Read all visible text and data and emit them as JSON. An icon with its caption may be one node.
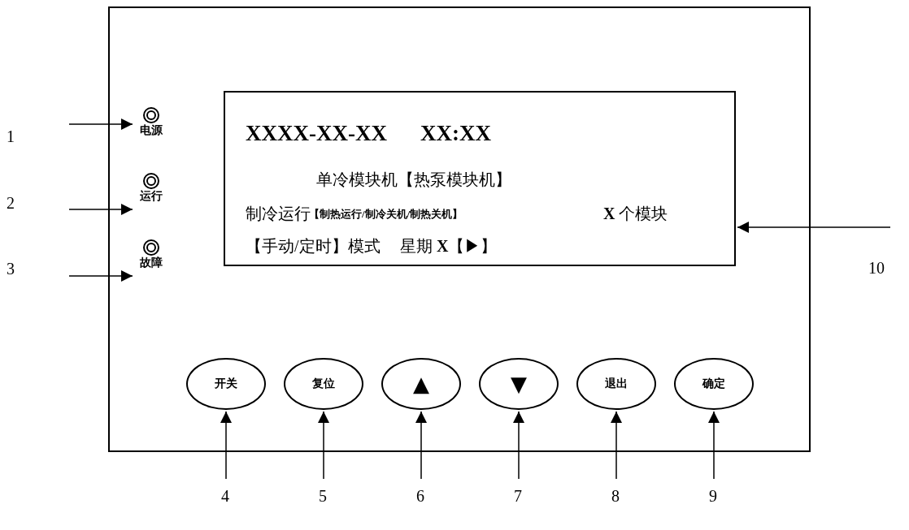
{
  "diagram": {
    "nodes": [
      {
        "text": [],
        "shape": "box"
      },
      {
        "text": [
          "电源"
        ],
        "in": 0
      },
      {
        "text": [
          "运行"
        ],
        "in": 0
      },
      {
        "text": [
          "故障"
        ],
        "in": 0
      },
      {
        "text": [
          "XXXX-XX-XX",
          "XX:XX",
          "单冷模块机【热泵模块机】",
          "制冷运行",
          "【制热运行/制冷关机/制热关机】",
          "**X** 个模块",
          "【手动/定时】模式",
          "星期 **X**【▶】"
        ],
        "in": 0
      },
      {
        "text": [
          "开关"
        ],
        "in": 0
      },
      {
        "text": [
          "复位"
        ],
        "in": 0
      },
      {
        "text": [
          "▲"
        ],
        "in": 0
      },
      {
        "text": [
          "▼"
        ],
        "in": 0
      },
      {
        "text": [
          "退出"
        ],
        "in": 0
      },
      {
        "text": [
          "确定"
        ],
        "in": 0
      },
      {
        "text": [
          "1"
        ]
      },
      {
        "text": [
          "2"
        ]
      },
      {
        "text": [
          "3"
        ]
      },
      {
        "text": [
          "4"
        ]
      },
      {
        "text": [
          "5"
        ]
      },
      {
        "text": [
          "6"
        ]
      },
      {
        "text": [
          "7"
        ]
      },
      {
        "text": [
          "8"
        ]
      },
      {
        "text": [
          "9"
        ]
      },
      {
        "text": [
          "10"
        ]
      }
    ],
    "edges": [
      {
        "from": 11,
        "to": 1,
        "arrow": "to"
      },
      {
        "from": 12,
        "to": 2,
        "arrow": "to"
      },
      {
        "from": 13,
        "to": 3,
        "arrow": "to"
      },
      {
        "from": 14,
        "to": 5,
        "arrow": "to"
      },
      {
        "from": 15,
        "to": 6,
        "arrow": "to"
      },
      {
        "from": 16,
        "to": 7,
        "arrow": "to"
      },
      {
        "from": 17,
        "to": 8,
        "arrow": "to"
      },
      {
        "from": 18,
        "to": 9,
        "arrow": "to"
      },
      {
        "from": 19,
        "to": 10,
        "arrow": "to"
      },
      {
        "from": 20,
        "to": 4,
        "arrow": "to"
      }
    ]
  }
}
